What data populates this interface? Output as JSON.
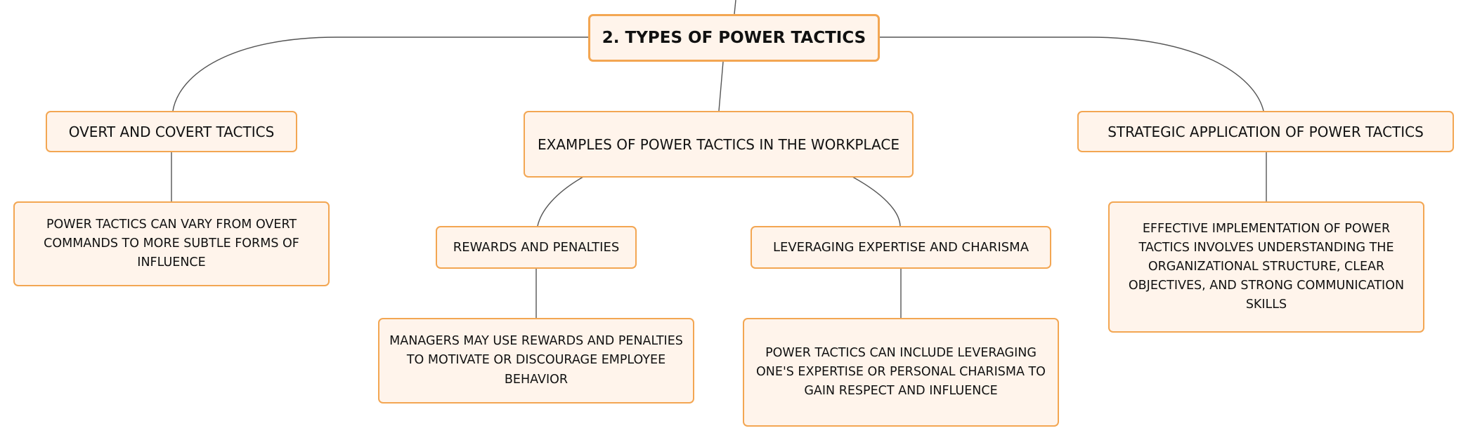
{
  "diagram": {
    "root": {
      "label": "2. TYPES OF POWER TACTICS"
    },
    "branches": [
      {
        "label": "OVERT AND COVERT TACTICS",
        "detail": "POWER TACTICS CAN VARY FROM OVERT COMMANDS TO MORE SUBTLE FORMS OF INFLUENCE"
      },
      {
        "label": "EXAMPLES OF POWER TACTICS IN THE WORKPLACE",
        "children": [
          {
            "label": "REWARDS AND PENALTIES",
            "detail": "MANAGERS MAY USE REWARDS AND PENALTIES TO MOTIVATE OR DISCOURAGE EMPLOYEE BEHAVIOR"
          },
          {
            "label": "LEVERAGING EXPERTISE AND CHARISMA",
            "detail": "POWER TACTICS CAN INCLUDE LEVERAGING ONE'S EXPERTISE OR PERSONAL CHARISMA TO GAIN RESPECT AND INFLUENCE"
          }
        ]
      },
      {
        "label": "STRATEGIC APPLICATION OF POWER TACTICS",
        "detail": "EFFECTIVE IMPLEMENTATION OF POWER TACTICS INVOLVES UNDERSTANDING THE ORGANIZATIONAL STRUCTURE, CLEAR OBJECTIVES, AND STRONG COMMUNICATION SKILLS"
      }
    ]
  },
  "colors": {
    "node_fill": "#fff4eb",
    "node_border": "#f3a652",
    "connector": "#555555",
    "text": "#111111"
  }
}
